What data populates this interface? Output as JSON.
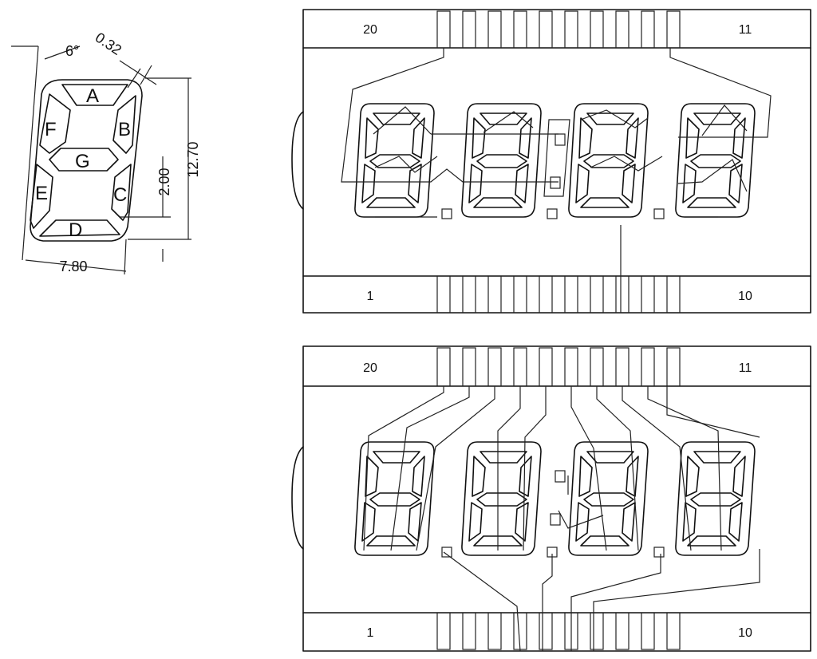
{
  "segment_diagram": {
    "labels": {
      "a": "A",
      "b": "B",
      "c": "C",
      "d": "D",
      "e": "E",
      "f": "F",
      "g": "G"
    },
    "dimensions": {
      "slant_angle": "6°",
      "segment_gap": "0.32",
      "digit_width": "7.80",
      "digit_height": "12.70",
      "bottom_offset": "2.00"
    }
  },
  "display_top": {
    "pins": {
      "top_left": "20",
      "top_right": "11",
      "bottom_left": "1",
      "bottom_right": "10"
    }
  },
  "display_bottom": {
    "pins": {
      "top_left": "20",
      "top_right": "11",
      "bottom_left": "1",
      "bottom_right": "10"
    }
  }
}
